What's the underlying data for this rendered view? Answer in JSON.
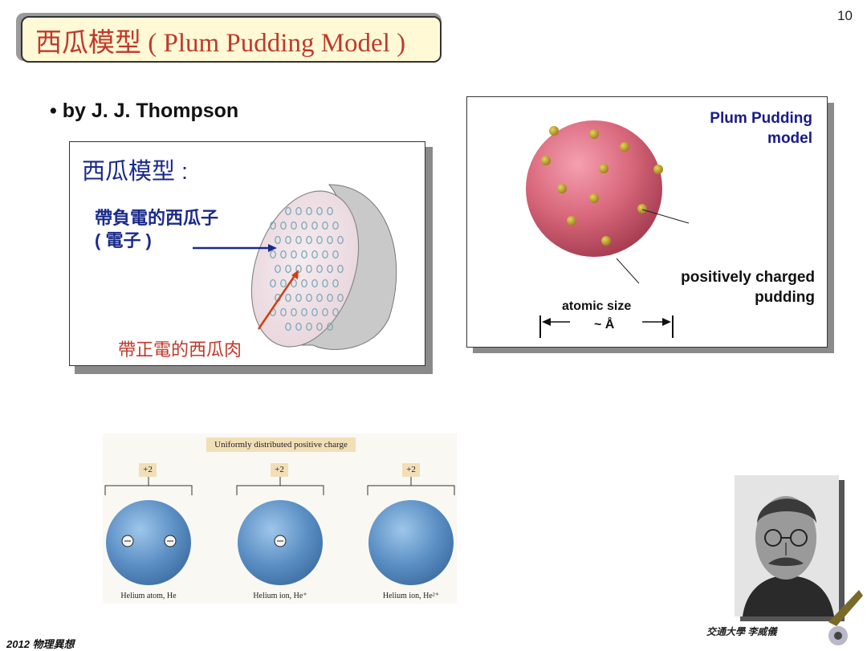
{
  "page_number": "10",
  "title": "西瓜模型 ( Plum Pudding Model )",
  "bullet": "• by J. J. Thompson",
  "watermelon": {
    "heading": "西瓜模型 :",
    "negative_line1": "帶負電的西瓜子",
    "negative_line2": "( 電子 )",
    "positive": "帶正電的西瓜肉"
  },
  "plum_pudding": {
    "label_line1": "Plum Pudding",
    "label_line2": "model",
    "charged_line1": "positively charged",
    "charged_line2": "pudding",
    "atomic_size": "atomic size",
    "angstrom": "~ Å"
  },
  "helium": {
    "header": "Uniformly distributed positive charge",
    "charge": "+2",
    "caption1": "Helium atom, He",
    "caption2": "Helium ion, He⁺",
    "caption3": "Helium ion, He²⁺"
  },
  "footer_left": "2012 物理異想",
  "footer_right": "交通大學 李威儀",
  "colors": {
    "title_text": "#c0392b",
    "title_bg": "#fff9d6",
    "blue_text": "#1a2a8a",
    "red_text": "#c0392b"
  }
}
